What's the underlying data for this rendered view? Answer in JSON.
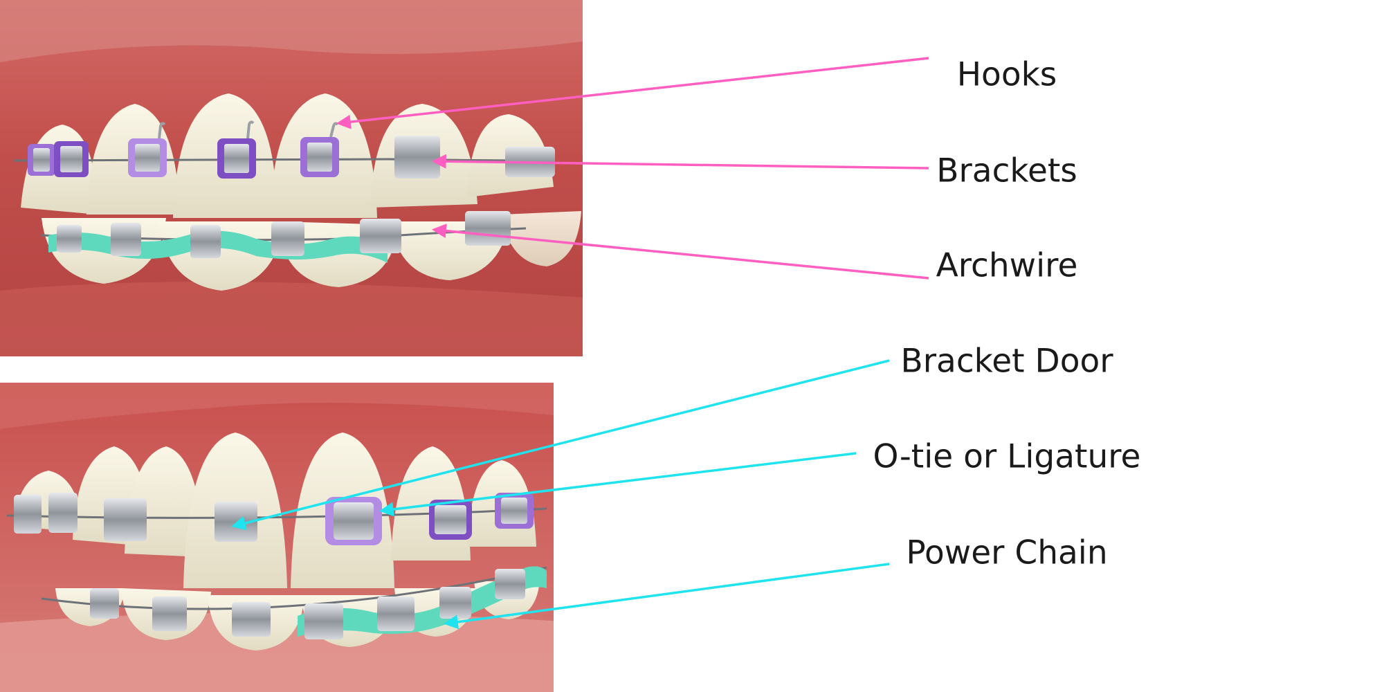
{
  "colors": {
    "upper_leader": "#ff5fc0",
    "lower_leader": "#1fe3ee",
    "gum": "#c9524f",
    "tooth": "#efe9d6",
    "metal": "#b9bcc2",
    "purple_tie": "#9b6fd6",
    "teal_chain": "#5fd9bd"
  },
  "photos": {
    "upper": {
      "icon": "braces-side-view-photo"
    },
    "lower": {
      "icon": "braces-front-view-photo"
    }
  },
  "labels": [
    {
      "id": "hooks",
      "text": "Hooks",
      "group": "upper"
    },
    {
      "id": "brackets",
      "text": "Brackets",
      "group": "upper"
    },
    {
      "id": "archwire",
      "text": "Archwire",
      "group": "upper"
    },
    {
      "id": "bracket-door",
      "text": "Bracket Door",
      "group": "lower"
    },
    {
      "id": "o-tie",
      "text": "O-tie or Ligature",
      "group": "lower"
    },
    {
      "id": "power-chain",
      "text": "Power Chain",
      "group": "lower"
    }
  ]
}
